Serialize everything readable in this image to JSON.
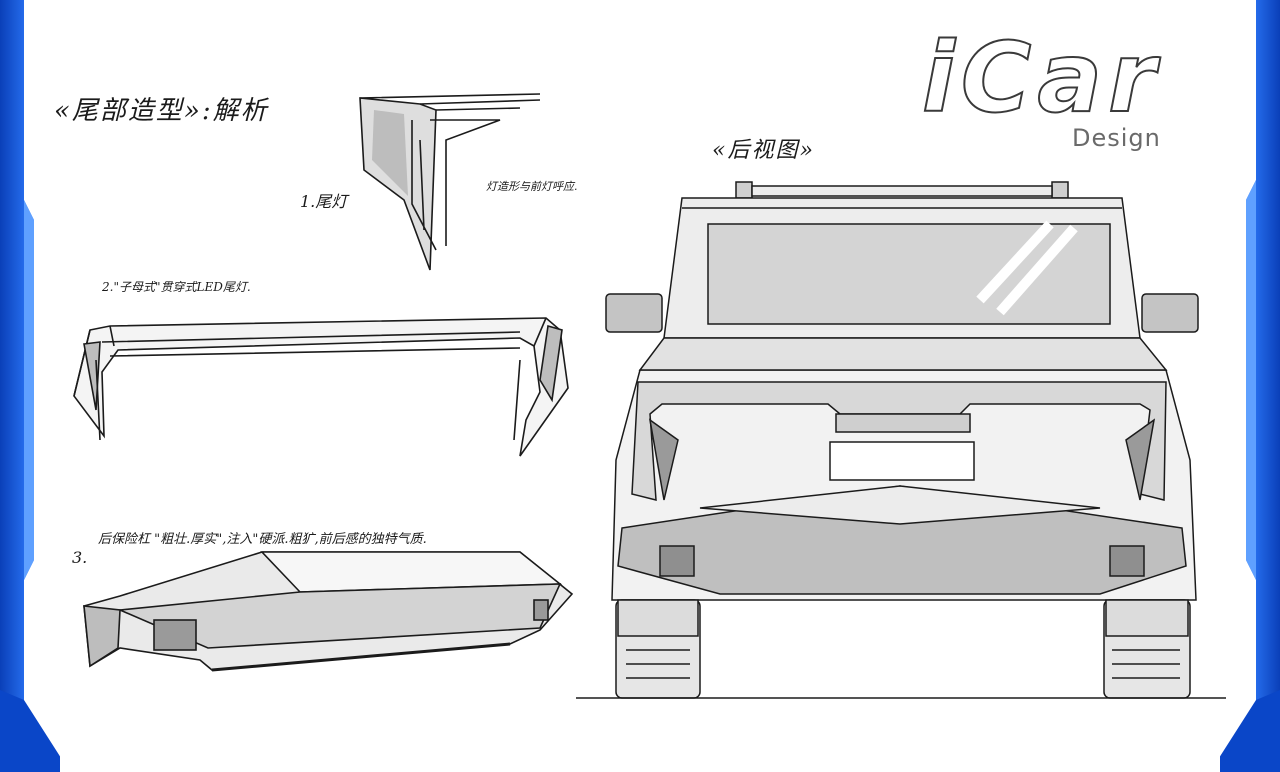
{
  "brand": {
    "logo": "iCar",
    "subtitle": "Design"
  },
  "heading": "«尾部造型»:解析",
  "rear_view_label": "«后视图»",
  "notes": {
    "item1": "1.尾灯",
    "lamp_note": "灯造形与前灯呼应.",
    "item2": "2.\"子母式\"贯穿式LED尾灯.",
    "item3": "3.",
    "bumper_note": "后保险杠 \"粗壮.厚实\",注入\"硬派.粗犷,前后感的独特气质."
  },
  "colors": {
    "frame_blue": "#0a4fd6",
    "frame_light": "#3f8cff",
    "sketch_gray": "#cfcfcf",
    "ink": "#1b1b1b"
  }
}
